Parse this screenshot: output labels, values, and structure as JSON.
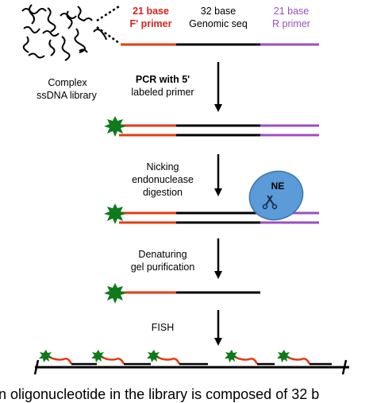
{
  "segments": {
    "fprimer_line1": "21 base",
    "fprimer_line2": "F' primer",
    "genomic_line1": "32 base",
    "genomic_line2": "Genomic seq",
    "rprimer_line1": "21 base",
    "rprimer_line2": "R primer"
  },
  "library": {
    "line1": "Complex",
    "line2": "ssDNA library"
  },
  "steps": [
    {
      "line1": "PCR with 5'",
      "line2": "labeled primer",
      "line3": ""
    },
    {
      "line1": "Nicking",
      "line2": "endonuclease",
      "line3": "digestion"
    },
    {
      "line1": "Denaturing",
      "line2": "gel purification",
      "line3": ""
    },
    {
      "line1": "FISH",
      "line2": "",
      "line3": ""
    }
  ],
  "enzyme_label": "NE",
  "caption": "n oligonucleotide in the library is composed of 32 b",
  "colors": {
    "primer_red": "#e23c14",
    "genomic_black": "#000000",
    "primer_purple": "#9b4fc1",
    "label_green": "#0f7a1c",
    "enzyme_blue": "#5b9bd8"
  }
}
